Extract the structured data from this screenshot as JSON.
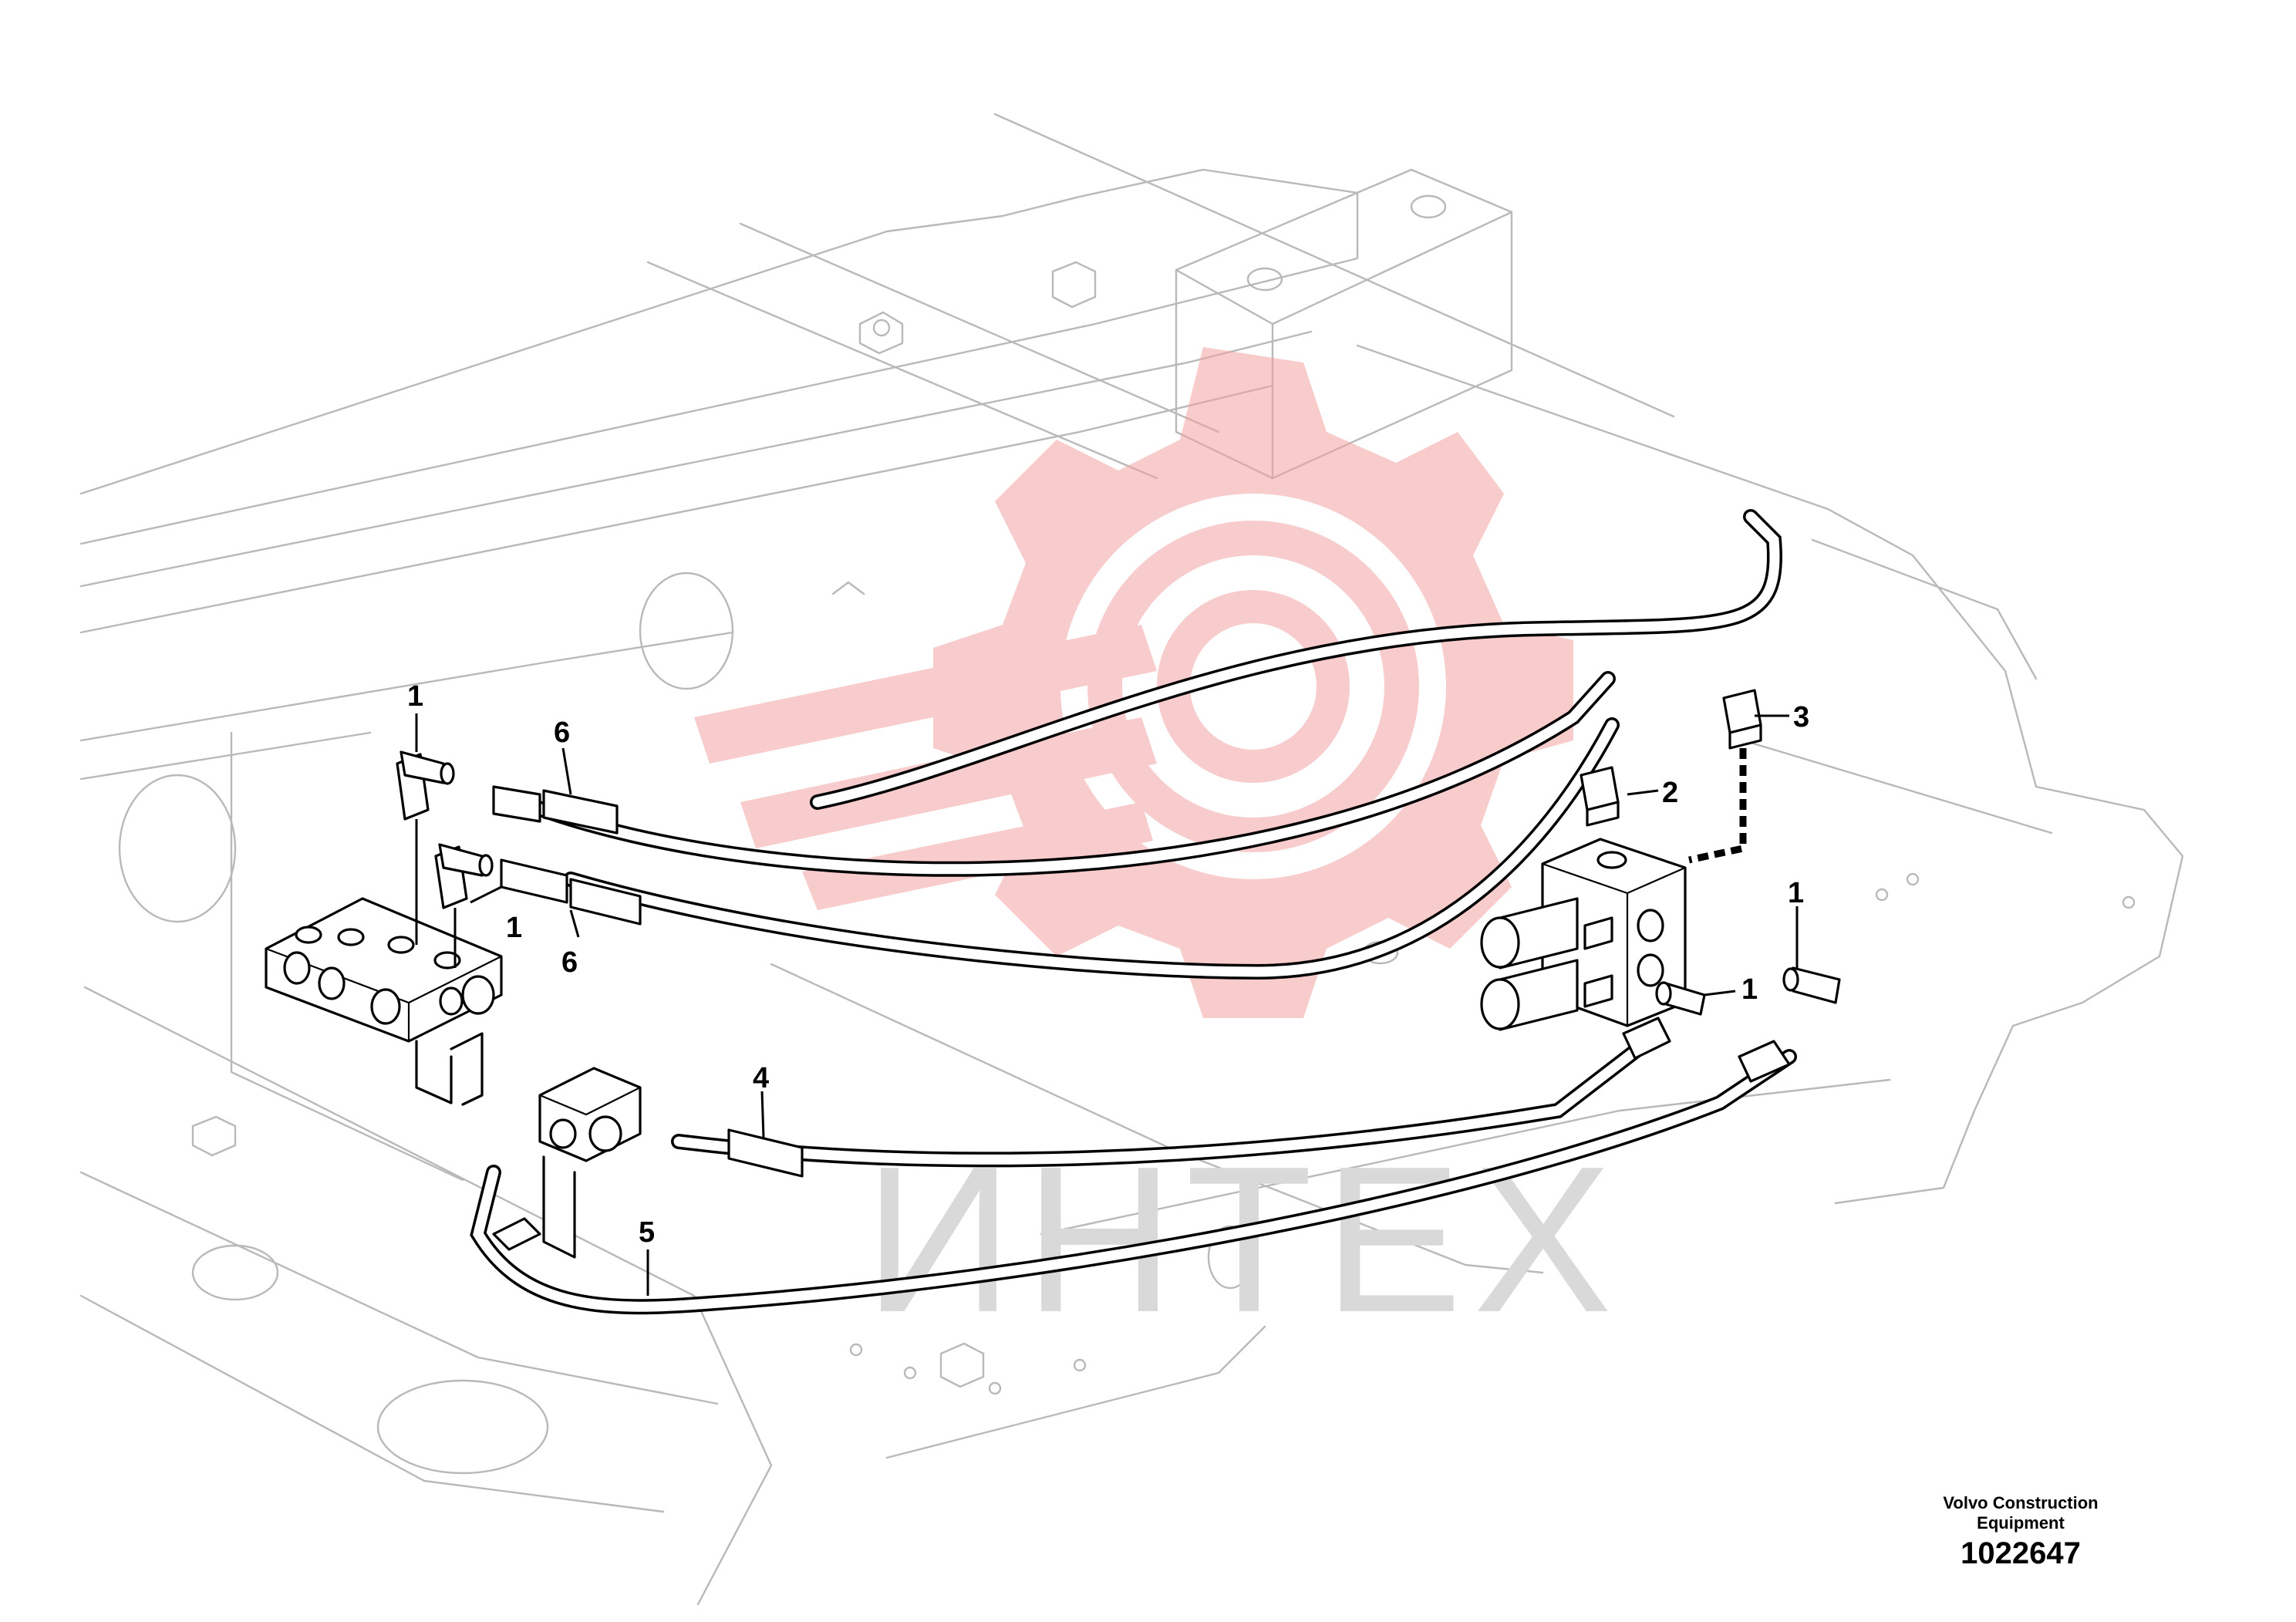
{
  "figure": {
    "brand_caption": "Volvo Construction\nEquipment",
    "figure_number": "1022647"
  },
  "watermark": {
    "text": "ИНТЕХ",
    "logo_color": "#f4a3a3",
    "text_color": "#d9d9d9"
  },
  "callouts": [
    {
      "id": "c1a",
      "label": "1"
    },
    {
      "id": "c1b",
      "label": "1"
    },
    {
      "id": "c1c",
      "label": "1"
    },
    {
      "id": "c1d",
      "label": "1"
    },
    {
      "id": "c2",
      "label": "2"
    },
    {
      "id": "c3",
      "label": "3"
    },
    {
      "id": "c4",
      "label": "4"
    },
    {
      "id": "c5",
      "label": "5"
    },
    {
      "id": "c6a",
      "label": "6"
    },
    {
      "id": "c6b",
      "label": "6"
    }
  ]
}
